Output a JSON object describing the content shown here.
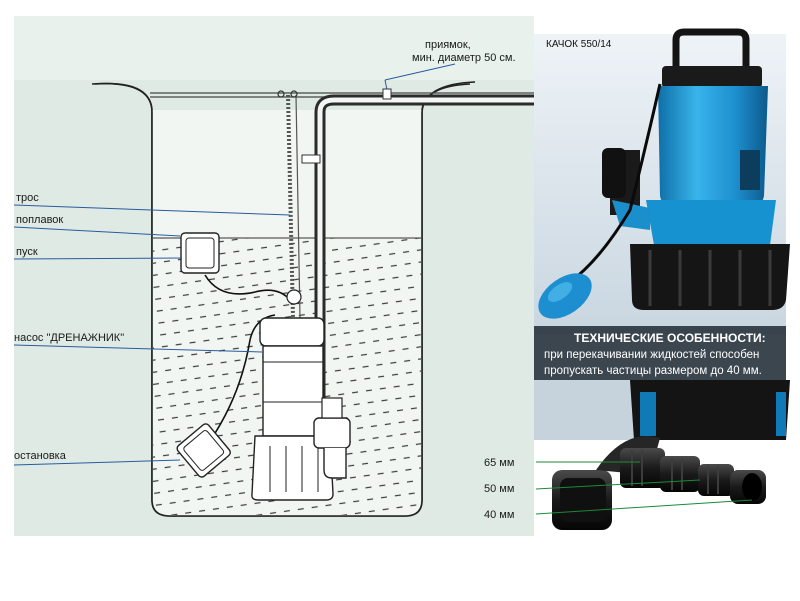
{
  "labels": {
    "pit": "приямок,",
    "pit_diameter": "мин. диаметр 50 см.",
    "cable": "трос",
    "float": "поплавок",
    "start": "пуск",
    "pump": "насос \"ДРЕНАЖНИК\"",
    "stop": "остановка"
  },
  "product": {
    "model": "КАЧОК 550/14"
  },
  "features": {
    "title": "ТЕХНИЧЕСКИЕ ОСОБЕННОСТИ:",
    "line1": "при перекачивании жидкостей способен",
    "line2": "пропускать частицы размером до 40 мм."
  },
  "adapter_sizes": [
    "65 мм",
    "50 мм",
    "40 мм"
  ],
  "colors": {
    "background": "#ffffff",
    "schematic_bg": "#e6f0ea",
    "water": "#eef5f0",
    "hatch": "#2f2f2f",
    "pump_blue": "#1f9ad6",
    "photo_bg": "#d9e4ec",
    "leader_green": "#1a8a3a",
    "leader_blue": "#2a5aa0"
  }
}
